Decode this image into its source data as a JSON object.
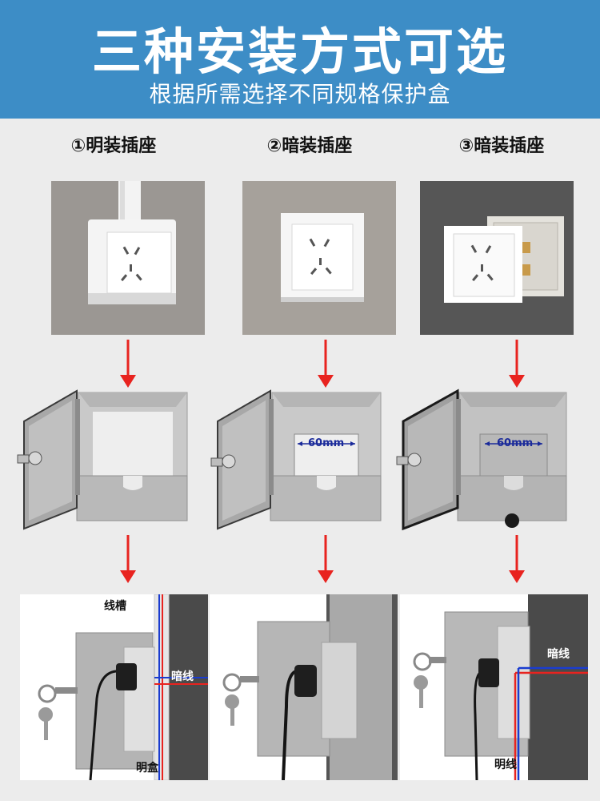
{
  "header": {
    "title": "三种安装方式可选",
    "subtitle": "根据所需选择不同规格保护盒"
  },
  "columns": [
    {
      "title": "①明装插座",
      "box": {
        "dimension_label": ""
      },
      "cutaway": {
        "labels": [
          "线槽",
          "暗线",
          "明盒"
        ]
      }
    },
    {
      "title": "②暗装插座",
      "box": {
        "dimension_label": "60mm"
      },
      "cutaway": {
        "labels": []
      }
    },
    {
      "title": "③暗装插座",
      "box": {
        "dimension_label": "60mm"
      },
      "cutaway": {
        "labels": [
          "暗线",
          "明线"
        ]
      }
    }
  ],
  "colors": {
    "banner": "#3d8dc6",
    "arrow": "#e8231f",
    "wire_blue": "#1a3ccf",
    "wire_red": "#e8231f",
    "wall_dark": "#4a4a4a",
    "dimension_text": "#1a2a9a"
  }
}
